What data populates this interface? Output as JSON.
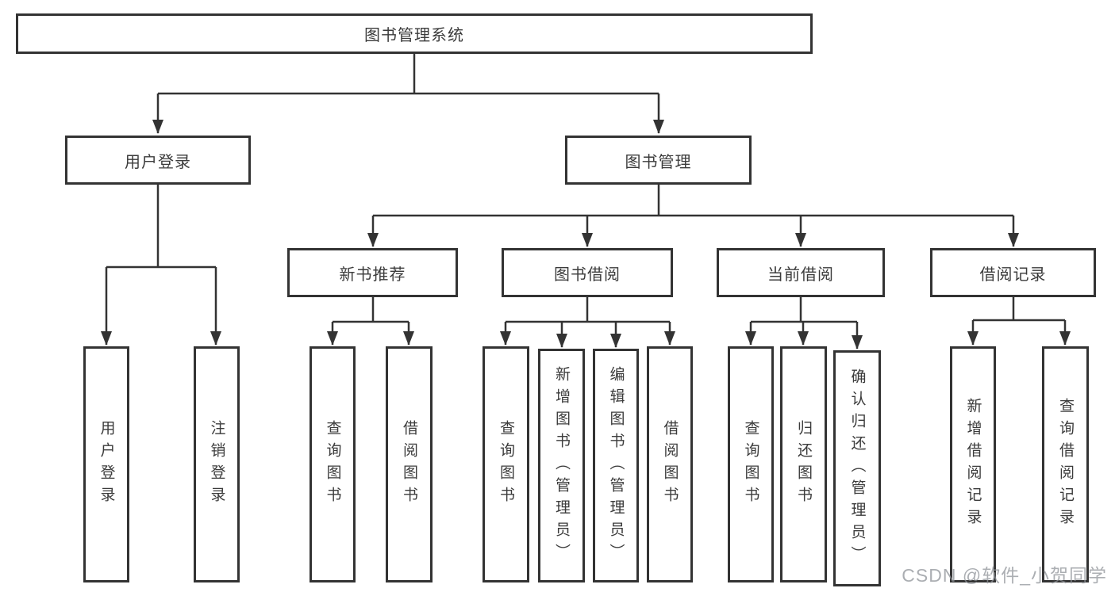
{
  "root": {
    "label": "图书管理系统"
  },
  "user_login": {
    "label": "用户登录",
    "children": {
      "login": "用户登录",
      "logout": "注销登录"
    }
  },
  "book_mgmt": {
    "label": "图书管理",
    "new_book": {
      "label": "新书推荐",
      "children": {
        "query": "查询图书",
        "borrow": "借阅图书"
      }
    },
    "book_borrow": {
      "label": "图书借阅",
      "children": {
        "query": "查询图书",
        "add": "新增图书（管理员）",
        "edit": "编辑图书（管理员）",
        "borrow": "借阅图书"
      }
    },
    "current_borrow": {
      "label": "当前借阅",
      "children": {
        "query": "查询图书",
        "return": "归还图书",
        "confirm": "确认归还（管理员）"
      }
    },
    "borrow_records": {
      "label": "借阅记录",
      "children": {
        "add": "新增借阅记录",
        "query": "查询借阅记录"
      }
    }
  },
  "watermark": {
    "text": "CSDN @软件_小贺同学"
  },
  "colors": {
    "line": "#333333",
    "text": "#3b3b3b",
    "background": "#ffffff",
    "watermark": "#8f9399"
  }
}
